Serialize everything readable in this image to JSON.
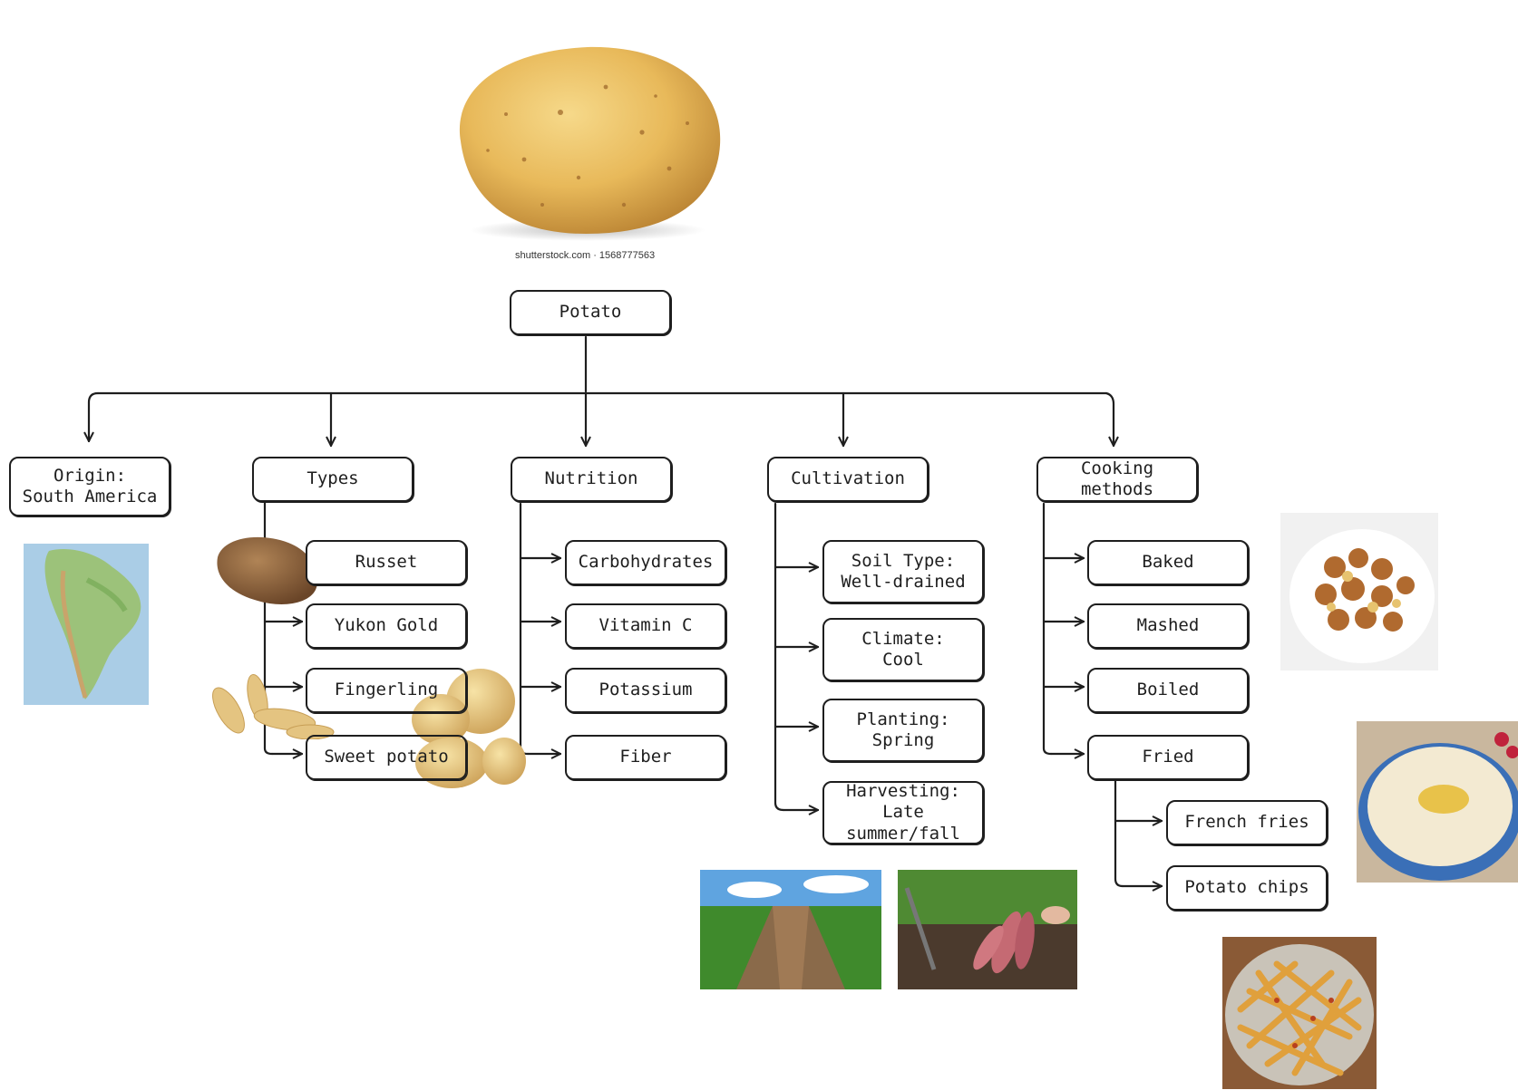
{
  "credit": "shutterstock.com · 1568777563",
  "root": "Potato",
  "branches": {
    "origin": "Origin:\nSouth America",
    "types": "Types",
    "nutrition": "Nutrition",
    "cultivation": "Cultivation",
    "cooking": "Cooking methods"
  },
  "types": [
    "Russet",
    "Yukon Gold",
    "Fingerling",
    "Sweet potato"
  ],
  "nutrition": [
    "Carbohydrates",
    "Vitamin C",
    "Potassium",
    "Fiber"
  ],
  "cultivation": [
    "Soil Type:\nWell-drained",
    "Climate:\nCool",
    "Planting:\nSpring",
    "Harvesting:\nLate summer/fall"
  ],
  "cooking": [
    "Baked",
    "Mashed",
    "Boiled",
    "Fried"
  ],
  "fried": [
    "French fries",
    "Potato chips"
  ],
  "images": [
    "potato-photo",
    "south-america-map",
    "russet-photo",
    "fingerling-photo",
    "yukon-gold-photo",
    "potato-field-photo",
    "sweet-potato-harvest-photo",
    "baked-potatoes-photo",
    "mashed-potatoes-photo",
    "french-fries-photo"
  ],
  "colors": {
    "stroke": "#1e1e1e",
    "background": "#ffffff"
  }
}
